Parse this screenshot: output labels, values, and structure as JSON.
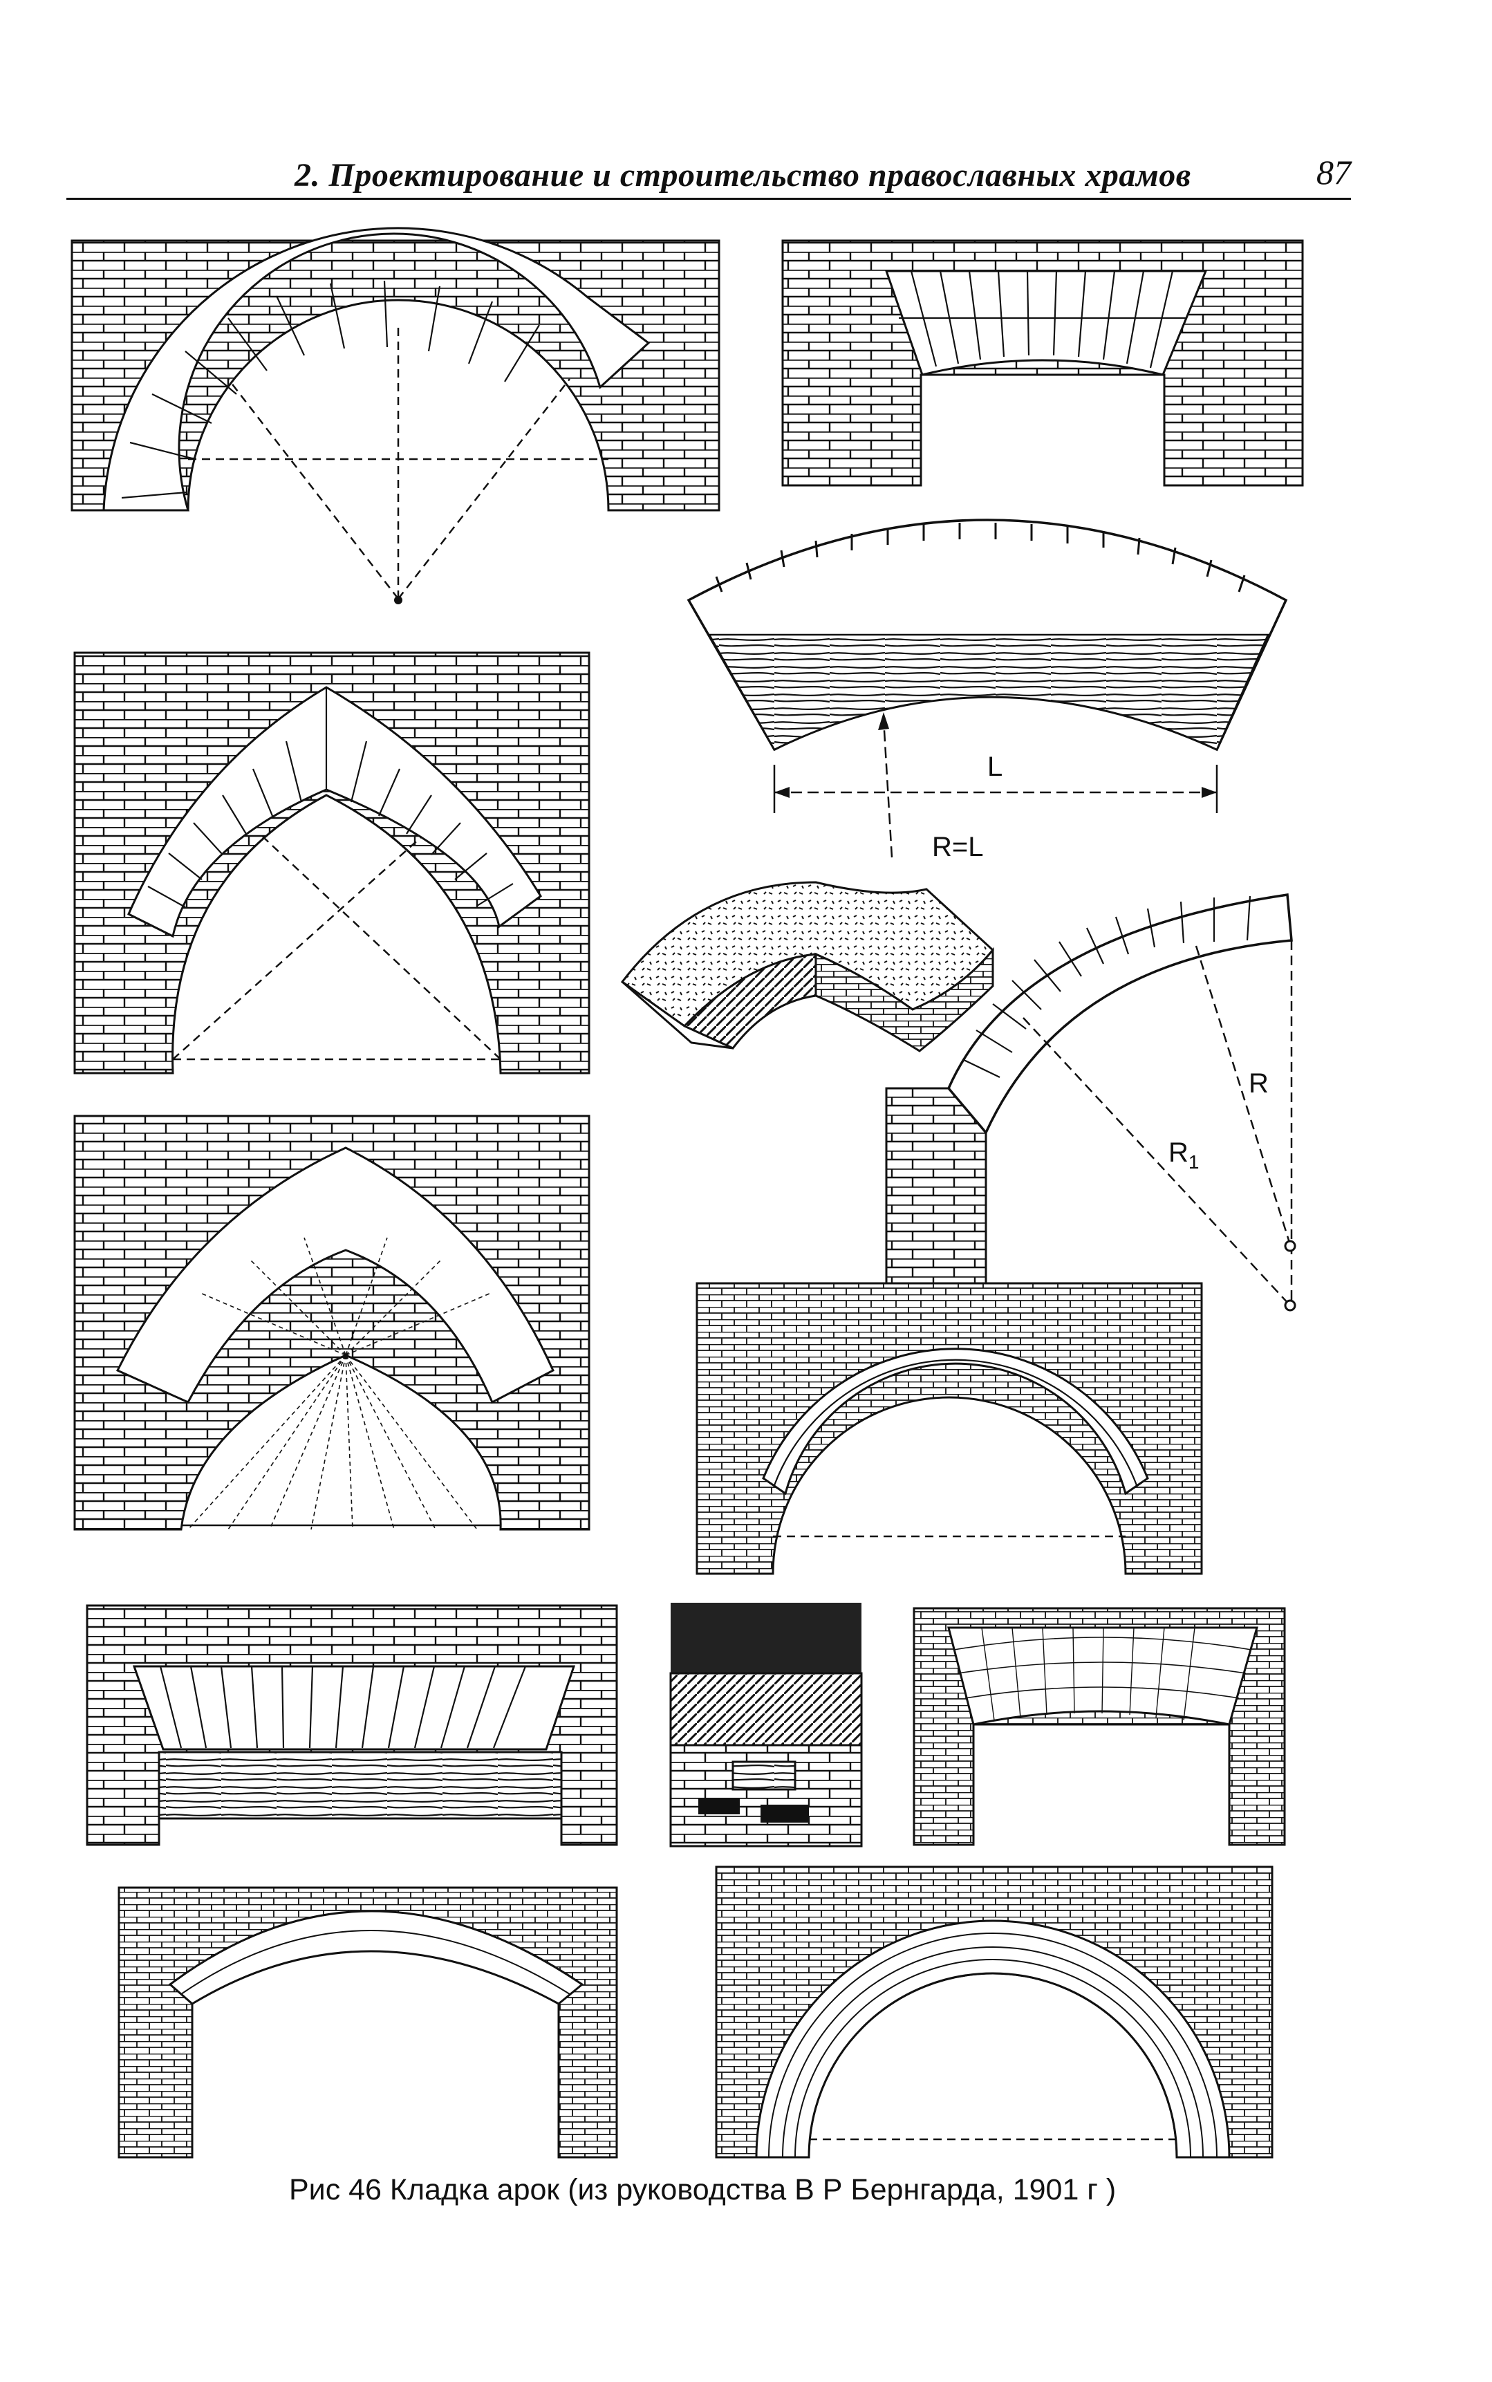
{
  "header": {
    "running_title": "2. Проектирование и строительство православных храмов",
    "page_number": "87"
  },
  "figure": {
    "labels": {
      "span": "L",
      "radius_equals_span": "R=L",
      "radius": "R",
      "radius_1_base": "R",
      "radius_1_sub": "1"
    },
    "caption": "Рис 46 Кладка арок (из руководства В Р Бернгарда, 1901 г )"
  }
}
